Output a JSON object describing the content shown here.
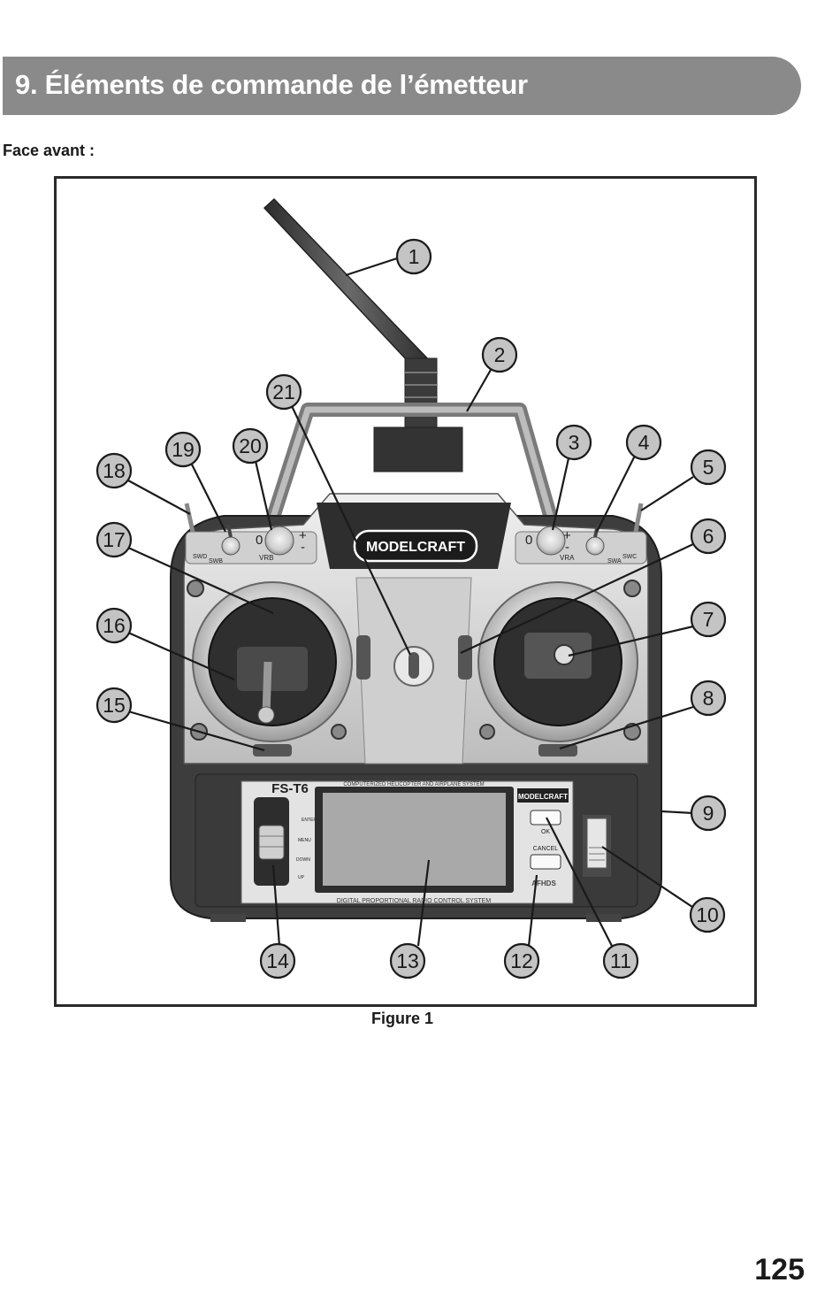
{
  "page": {
    "heading": "9. Éléments de commande de l’émetteur",
    "section_label": "Face avant :",
    "figure_caption": "Figure 1",
    "page_number": "125"
  },
  "device": {
    "brand": "MODELCRAFT",
    "model": "FS-T6",
    "top_label": "COMPUTERIZED HELICOPTER AND AIRPLANE SYSTEM",
    "bottom_label": "DIGITAL PROPORTIONAL RADIO CONTROL SYSTEM",
    "dial_left_label": "VRB",
    "dial_right_label": "VRA",
    "dial_zero": "0",
    "dial_plus": "+",
    "dial_minus": "-",
    "swd_label": "SWD",
    "swb_label": "SWB",
    "swa_label": "SWA",
    "swc_label": "SWC",
    "enter": "ENTER",
    "menu": "MENU",
    "down": "DOWN",
    "up": "UP",
    "ok_label": "OK",
    "cancel_label": "CANCEL",
    "afhds": "AFHDS"
  },
  "callouts": [
    "1",
    "2",
    "3",
    "4",
    "5",
    "6",
    "7",
    "8",
    "9",
    "10",
    "11",
    "12",
    "13",
    "14",
    "15",
    "16",
    "17",
    "18",
    "19",
    "20",
    "21"
  ],
  "colors": {
    "banner": "#8a8a8a",
    "body_dark": "#3a3a3a",
    "panel_silver": "#d9d9d9"
  }
}
